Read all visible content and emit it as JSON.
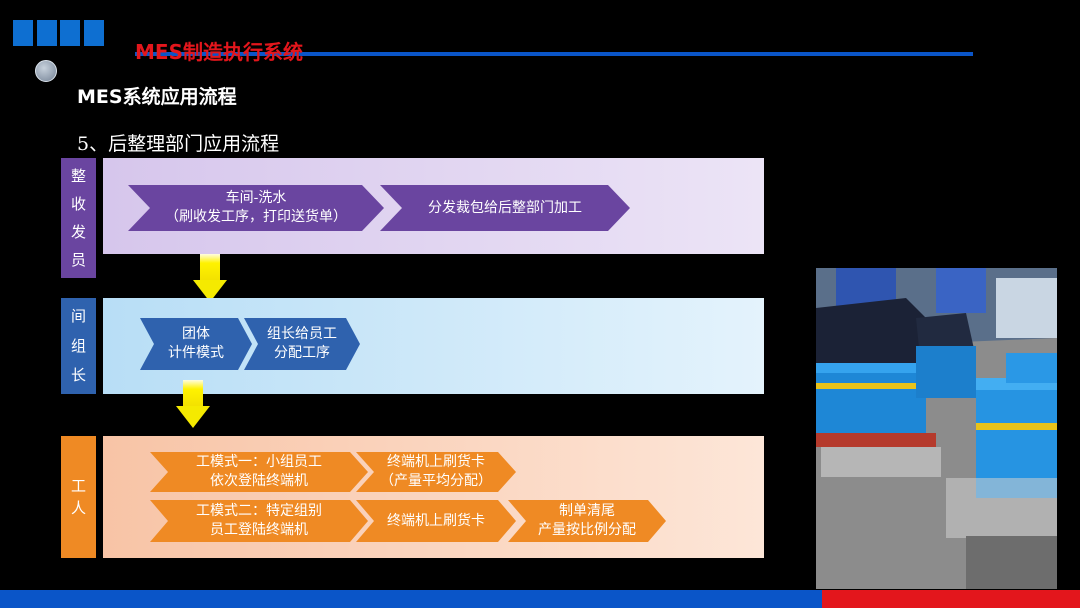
{
  "header": {
    "brand": "MES制造执行系统",
    "title": "MES系统应用流程",
    "subtitle": "5、后整理部门应用流程"
  },
  "lanes": {
    "purple": {
      "label": [
        "整",
        "收",
        "发",
        "员"
      ],
      "steps": [
        {
          "line1": "车间-洗水",
          "line2": "（刷收发工序，打印送货单）"
        },
        {
          "line1": "分发裁包给后整部门加工"
        }
      ]
    },
    "blue": {
      "label": [
        "间",
        "组",
        "长"
      ],
      "steps": [
        {
          "line1": "团体",
          "line2": "计件模式"
        },
        {
          "line1": "组长给员工",
          "line2": "分配工序"
        }
      ]
    },
    "orange": {
      "label": [
        "工",
        "人"
      ],
      "steps": [
        {
          "line1": "工模式一：小组员工",
          "line2": "依次登陆终端机"
        },
        {
          "line1": "终端机上刷货卡",
          "line2": "（产量平均分配）"
        },
        {
          "line1": "工模式二：特定组别",
          "line2": "员工登陆终端机"
        },
        {
          "line1": "终端机上刷货卡"
        },
        {
          "line1": "制单清尾",
          "line2": "产量按比例分配"
        }
      ]
    }
  },
  "colors": {
    "purple_lane": "#e6dcf2",
    "blue_lane": "#d4ecf9",
    "orange_lane": "#fcd6bf",
    "accent_blue": "#0a55c8",
    "accent_red": "#e3161c"
  }
}
